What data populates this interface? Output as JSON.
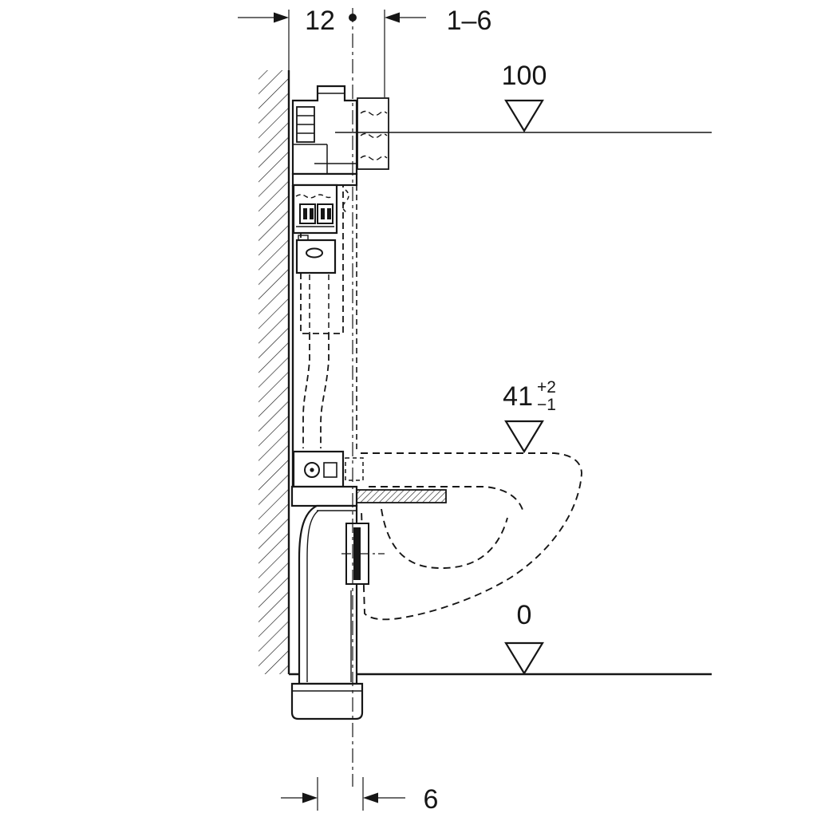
{
  "labels": {
    "dim_frame_depth": "12",
    "dim_flush_bend_depth_range": "1–6",
    "level_top_of_frame": "100",
    "level_wc_seat": "41",
    "level_wc_seat_tol_plus": "+2",
    "level_wc_seat_tol_minus": "−1",
    "level_floor": "0",
    "dim_drain_offset": "6"
  },
  "colors": {
    "line": "#161616",
    "background": "#ffffff"
  }
}
